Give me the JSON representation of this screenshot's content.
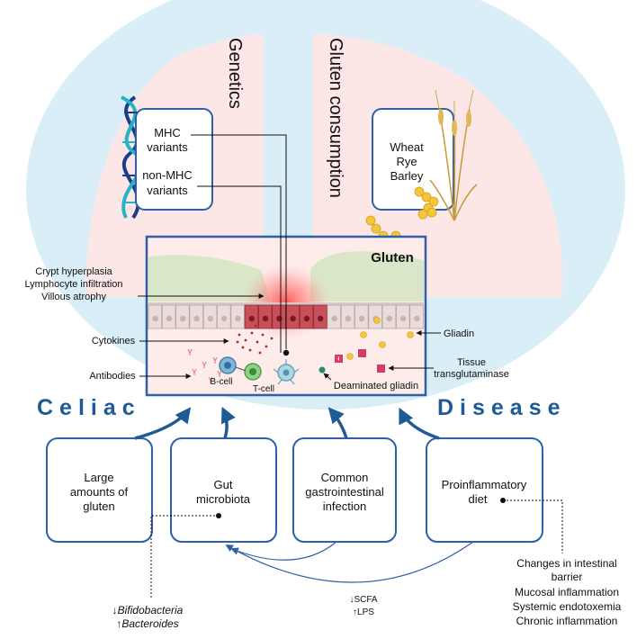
{
  "pillars": {
    "genetics": "Genetics",
    "gluten_consumption": "Gluten consumption"
  },
  "genetics_box": {
    "line1": "MHC",
    "line2": "variants",
    "line3": "non-MHC",
    "line4": "variants"
  },
  "grains_box": {
    "line1": "Wheat",
    "line2": "Rye",
    "line3": "Barley"
  },
  "intestine": {
    "gluten": "Gluten",
    "left_labels": {
      "line1": "Crypt hyperplasia",
      "line2": "Lymphocyte infiltration",
      "line3": "Villous atrophy",
      "cytokines": "Cytokines",
      "antibodies": "Antibodies"
    },
    "right_labels": {
      "gliadin": "Gliadin",
      "tissue1": "Tissue",
      "tissue2": "transglutaminase"
    },
    "inner_labels": {
      "b_cell": "B-cell",
      "t_cell": "T-cell",
      "deaminated": "Deaminated gliadin"
    }
  },
  "title": {
    "left": "Celiac",
    "right": "Disease"
  },
  "factors": {
    "large_gluten": [
      "Large",
      "amounts of",
      "gluten"
    ],
    "microbiota": [
      "Gut",
      "microbiota"
    ],
    "infection": [
      "Common",
      "gastrointestinal",
      "infection"
    ],
    "diet": [
      "Proinflammatory",
      "diet"
    ]
  },
  "microbiota_effects": {
    "line1": "↓Bifidobacteria",
    "line2": "↑Bacteroides"
  },
  "metabolites": {
    "line1": "↓SCFA",
    "line2": "↑LPS"
  },
  "diet_effects": {
    "line1": "Changes in intestinal",
    "line2": "barrier",
    "line3": "Mucosal inflammation",
    "line4": "Systemic endotoxemia",
    "line5": "Chronic inflammation"
  },
  "colors": {
    "outer_ellipse": "#d9eef7",
    "pillar": "#fde6e6",
    "box_border": "#2f5fa5",
    "title_blue": "#1f5a96",
    "gluten_yellow": "#f5c53a"
  }
}
